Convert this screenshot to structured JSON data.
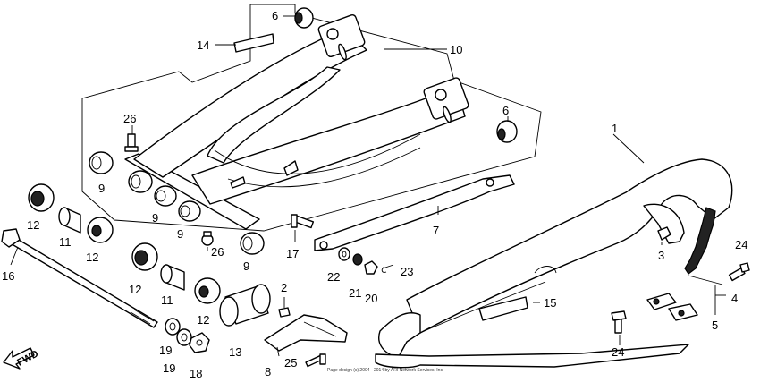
{
  "callouts": {
    "c1": "1",
    "c2": "2",
    "c3": "3",
    "c4": "4",
    "c5": "5",
    "c6a": "6",
    "c6b": "6",
    "c7": "7",
    "c8": "8",
    "c9a": "9",
    "c9b": "9",
    "c9c": "9",
    "c9d": "9",
    "c10": "10",
    "c11a": "11",
    "c11b": "11",
    "c12a": "12",
    "c12b": "12",
    "c12c": "12",
    "c12d": "12",
    "c13": "13",
    "c14": "14",
    "c15": "15",
    "c16": "16",
    "c17": "17",
    "c18": "18",
    "c19a": "19",
    "c19b": "19",
    "c20": "20",
    "c21": "21",
    "c22": "22",
    "c23": "23",
    "c24a": "24",
    "c24b": "24",
    "c25": "25",
    "c26a": "26",
    "c26b": "26"
  },
  "fwd_label": "FWD",
  "copyright": "Page design (c) 2004 - 2014 by ARI Network Services, Inc."
}
